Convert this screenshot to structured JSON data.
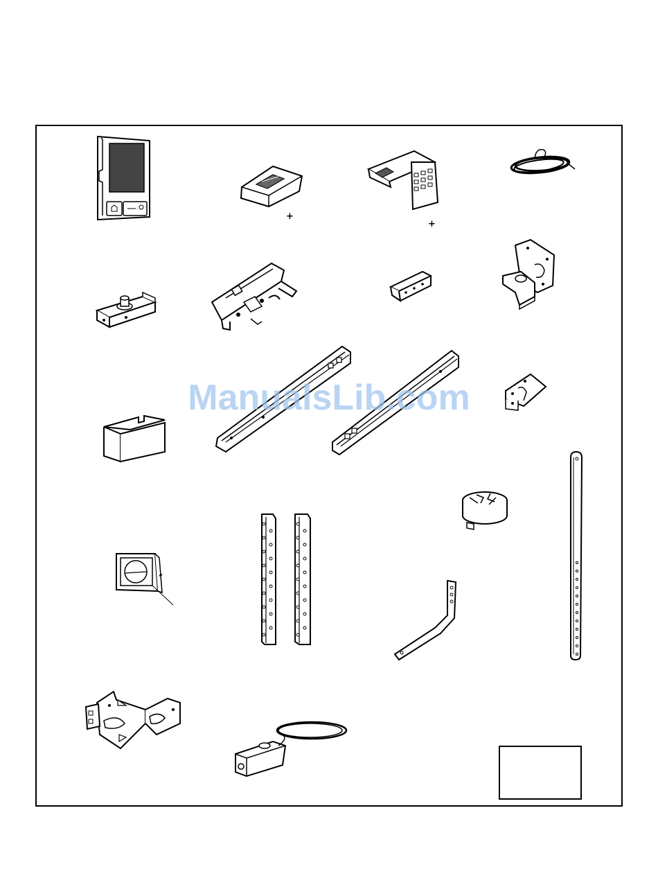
{
  "watermark": {
    "text": "ManualsLib.com",
    "color": "#9ec3ee"
  },
  "parts": [
    {
      "name": "door-control-panel",
      "icon": "wall-control-icon",
      "row": 1,
      "col": 1
    },
    {
      "name": "remote-control",
      "icon": "remote-icon",
      "row": 1,
      "col": 2,
      "mark": "+"
    },
    {
      "name": "keyless-entry-keypad",
      "icon": "keypad-icon",
      "row": 1,
      "col": 3,
      "mark": "+"
    },
    {
      "name": "bell-wire",
      "icon": "wire-coil-icon",
      "row": 1,
      "col": 4
    },
    {
      "name": "idler-pulley-bracket",
      "icon": "pulley-bracket-icon",
      "row": 2,
      "col": 1
    },
    {
      "name": "trolley",
      "icon": "trolley-icon",
      "row": 2,
      "col": 2
    },
    {
      "name": "small-angle-bracket",
      "icon": "angle-bracket-icon",
      "row": 2,
      "col": 3
    },
    {
      "name": "header-bracket",
      "icon": "header-bracket-icon",
      "row": 2,
      "col": 4
    },
    {
      "name": "rail-end-cap",
      "icon": "end-cap-icon",
      "row": 3,
      "col": 1
    },
    {
      "name": "rail-section-left",
      "icon": "rail-icon",
      "row": 3,
      "col": 2
    },
    {
      "name": "rail-section-right",
      "icon": "rail-icon",
      "row": 3,
      "col": 3
    },
    {
      "name": "door-bracket",
      "icon": "door-bracket-icon",
      "row": 3,
      "col": 4
    },
    {
      "name": "light-lens",
      "icon": "lens-icon",
      "row": 4,
      "col": 1
    },
    {
      "name": "hanging-brackets",
      "icon": "perforated-bracket-icon",
      "row": 4,
      "col": 2
    },
    {
      "name": "sprocket-cover",
      "icon": "sprocket-icon",
      "row": 4,
      "col": 3
    },
    {
      "name": "curved-door-arm",
      "icon": "curved-arm-icon",
      "row": 4,
      "col": 3
    },
    {
      "name": "straight-door-arm",
      "icon": "straight-arm-icon",
      "row": 4,
      "col": 4
    },
    {
      "name": "safety-sensor-bracket",
      "icon": "sensor-bracket-icon",
      "row": 5,
      "col": 1
    },
    {
      "name": "safety-sensor",
      "icon": "sensor-icon",
      "row": 5,
      "col": 2
    }
  ],
  "marks": {
    "remote_plus": "+",
    "keypad_plus": "+"
  }
}
